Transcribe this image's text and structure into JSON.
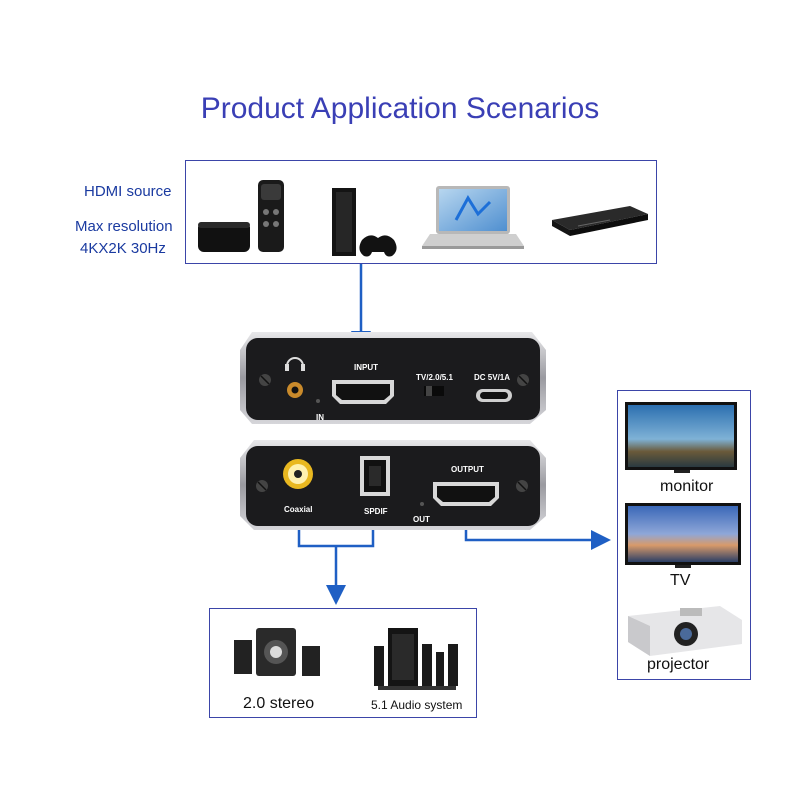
{
  "title": "Product Application Scenarios",
  "source": {
    "line1": "HDMI source",
    "line2": "Max resolution",
    "line3": "4KX2K 30Hz",
    "devices": [
      "apple-tv-icon",
      "game-console-icon",
      "laptop-icon",
      "dvd-player-icon"
    ]
  },
  "front_panel": {
    "input_label": "INPUT",
    "switch_label": "TV/2.0/5.1",
    "dc_label": "DC 5V/1A",
    "in_label": "IN"
  },
  "back_panel": {
    "output_label": "OUTPUT",
    "coaxial_label": "Coaxial",
    "spdif_label": "SPDIF",
    "out_label": "OUT"
  },
  "displays": {
    "monitor": "monitor",
    "tv": "TV",
    "projector": "projector"
  },
  "audio": {
    "stereo": "2.0 stereo",
    "surround": "5.1 Audio system"
  },
  "colors": {
    "title": "#3a3fb5",
    "arrow": "#1f5fc4",
    "box_border": "#3b45a8",
    "panel": "#1b1b1d"
  }
}
